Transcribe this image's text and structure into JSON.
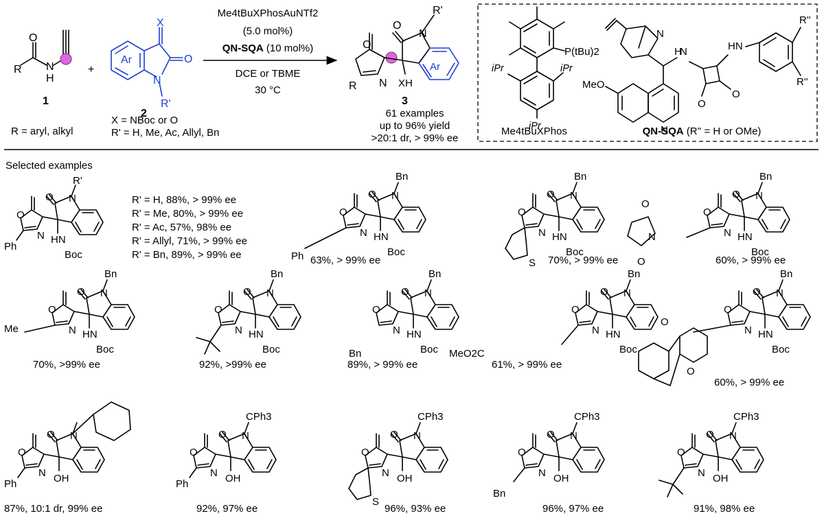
{
  "scheme": {
    "substrate_1_label": "1",
    "substrate_2_label": "2",
    "product_label": "3",
    "r_definition": "R = aryl, alkyl",
    "x_definition": "X = NBoc or O",
    "r_prime_definition": "R' = H, Me, Ac, Allyl, Bn",
    "plus": "+",
    "conditions": {
      "catalyst_line": "Me4tBuXPhosAuNTf2",
      "catalyst_loading": "(5.0 mol%)",
      "cocatalyst": "QN-SQA",
      "cocatalyst_loading": "(10 mol%)",
      "solvent": "DCE or TBME",
      "temperature": "30 °C"
    },
    "results_summary": [
      "61 examples",
      "up to 96% yield",
      ">20:1 dr, > 99% ee"
    ],
    "ligand_label": "Me4tBuXPhos",
    "squaramide_label": "QN-SQA (R'' = H or OMe)"
  },
  "section_title": "Selected examples",
  "first_example_variants": [
    "R' = H, 88%, > 99% ee",
    "R' = Me, 80%, > 99% ee",
    "R' = Ac, 57%, 98% ee",
    "R' = Allyl, 71%, > 99% ee",
    "R' = Bn, 89%, > 99% ee"
  ],
  "examples_row1": [
    "63%, > 99% ee",
    "70%, > 99% ee",
    "60%, > 99% ee"
  ],
  "examples_row2": [
    "70%, >99% ee",
    "92%, >99% ee",
    "89%, > 99% ee",
    "61%, > 99% ee",
    "60%, > 99% ee"
  ],
  "examples_row3": [
    "87%, 10:1 dr, 99% ee",
    "92%, 97% ee",
    "96%, 93% ee",
    "96%, 97% ee",
    "91%, 98% ee"
  ],
  "atom_labels": {
    "O": "O",
    "N": "N",
    "H": "H",
    "R": "R",
    "X": "X",
    "Ar": "Ar",
    "XH": "XH",
    "R_prime": "R'",
    "R_dprime": "R''",
    "Ph": "Ph",
    "Bn": "Bn",
    "Boc": "Boc",
    "OH": "OH",
    "S": "S",
    "Me": "Me",
    "CPh3": "CPh3",
    "MeO": "MeO",
    "MeO2C": "MeO2C",
    "P_tBu2": "P(tBu)2",
    "iPr": "iPr",
    "HN": "HN",
    "NH": "NH"
  }
}
